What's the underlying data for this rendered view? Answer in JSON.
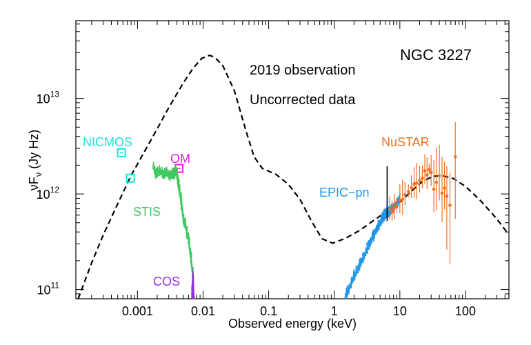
{
  "chart_data": {
    "type": "scatter",
    "title": "NGC 3227",
    "annotations": [
      "2019 observation",
      "Uncorrected data"
    ],
    "xlabel": "Observed energy (keV)",
    "ylabel": "νF",
    "ylabel_sub": "ν",
    "ylabel_unit": " (Jy Hz)",
    "xscale": "log",
    "yscale": "log",
    "xlim": [
      0.000115,
      460
    ],
    "ylim": [
      80000000000.0,
      65000000000000.0
    ],
    "x_tick_labels": [
      {
        "value": 0.001,
        "label": "0.001"
      },
      {
        "value": 0.01,
        "label": "0.01"
      },
      {
        "value": 0.1,
        "label": "0.1"
      },
      {
        "value": 1,
        "label": "1"
      },
      {
        "value": 10,
        "label": "10"
      },
      {
        "value": 100,
        "label": "100"
      }
    ],
    "y_tick_labels": [
      {
        "value": 100000000000.0,
        "base": "10",
        "exp": "11"
      },
      {
        "value": 1000000000000.0,
        "base": "10",
        "exp": "12"
      },
      {
        "value": 10000000000000.0,
        "base": "10",
        "exp": "13"
      }
    ],
    "colors": {
      "model": "#000000",
      "NICMOS": "#22e0e0",
      "OM": "#e020e0",
      "STIS": "#40c860",
      "COS": "#9030e0",
      "EPIC-pn": "#1e96e6",
      "NuSTAR": "#f07020",
      "feature": "#000000"
    },
    "series": [
      {
        "name": "model",
        "style": "dashed",
        "points": [
          [
            0.000125,
            80000000000.0
          ],
          [
            0.0002,
            190000000000.0
          ],
          [
            0.0003,
            370000000000.0
          ],
          [
            0.0005,
            790000000000.0
          ],
          [
            0.0008,
            1560000000000.0
          ],
          [
            0.00125,
            2700000000000.0
          ],
          [
            0.002,
            4800000000000.0
          ],
          [
            0.003,
            8000000000000.0
          ],
          [
            0.005,
            14500000000000.0
          ],
          [
            0.007,
            20500000000000.0
          ],
          [
            0.0095,
            26200000000000.0
          ],
          [
            0.0125,
            28200000000000.0
          ],
          [
            0.015,
            27000000000000.0
          ],
          [
            0.02,
            22000000000000.0
          ],
          [
            0.03,
            12000000000000.0
          ],
          [
            0.045,
            4600000000000.0
          ],
          [
            0.06,
            2450000000000.0
          ],
          [
            0.08,
            1850000000000.0
          ],
          [
            0.13,
            1600000000000.0
          ],
          [
            0.2,
            1260000000000.0
          ],
          [
            0.3,
            880000000000.0
          ],
          [
            0.45,
            520000000000.0
          ],
          [
            0.65,
            340000000000.0
          ],
          [
            0.95,
            305000000000.0
          ],
          [
            1.5,
            345000000000.0
          ],
          [
            2.5,
            420000000000.0
          ],
          [
            4,
            530000000000.0
          ],
          [
            6,
            640000000000.0
          ],
          [
            10,
            820000000000.0
          ],
          [
            15,
            1070000000000.0
          ],
          [
            22,
            1350000000000.0
          ],
          [
            32,
            1530000000000.0
          ],
          [
            45,
            1550000000000.0
          ],
          [
            65,
            1450000000000.0
          ],
          [
            100,
            1200000000000.0
          ],
          [
            170,
            850000000000.0
          ],
          [
            300,
            550000000000.0
          ],
          [
            450,
            380000000000.0
          ]
        ]
      },
      {
        "name": "NICMOS",
        "marker": "square",
        "points": [
          [
            0.00057,
            2700000000000.0
          ],
          [
            0.00078,
            1460000000000.0
          ]
        ]
      },
      {
        "name": "OM",
        "marker": "square",
        "points": [
          [
            0.0043,
            1850000000000.0
          ]
        ]
      },
      {
        "name": "STIS",
        "style": "noisy",
        "points": [
          [
            0.00175,
            1950000000000.0
          ],
          [
            0.0019,
            1600000000000.0
          ],
          [
            0.0022,
            1720000000000.0
          ],
          [
            0.0025,
            1550000000000.0
          ],
          [
            0.0028,
            1680000000000.0
          ],
          [
            0.0031,
            1500000000000.0
          ],
          [
            0.0034,
            1620000000000.0
          ],
          [
            0.0037,
            1580000000000.0
          ],
          [
            0.0039,
            1780000000000.0
          ],
          [
            0.0041,
            1400000000000.0
          ],
          [
            0.0043,
            1200000000000.0
          ],
          [
            0.0045,
            950000000000.0
          ],
          [
            0.0048,
            700000000000.0
          ],
          [
            0.005,
            550000000000.0
          ],
          [
            0.0053,
            480000000000.0
          ],
          [
            0.0056,
            420000000000.0
          ],
          [
            0.006,
            340000000000.0
          ],
          [
            0.0064,
            240000000000.0
          ],
          [
            0.0068,
            170000000000.0
          ],
          [
            0.0071,
            120000000000.0
          ]
        ]
      },
      {
        "name": "COS",
        "style": "fill",
        "points": [
          [
            0.0067,
            80000000000.0
          ],
          [
            0.0067,
            105000000000.0
          ],
          [
            0.0069,
            130000000000.0
          ],
          [
            0.007,
            165000000000.0
          ],
          [
            0.0071,
            150000000000.0
          ],
          [
            0.0073,
            90000000000.0
          ],
          [
            0.0074,
            80000000000.0
          ]
        ]
      },
      {
        "name": "EPIC-pn",
        "style": "noisy",
        "points": [
          [
            1.45,
            80000000000.0
          ],
          [
            1.7,
            103000000000.0
          ],
          [
            2,
            135000000000.0
          ],
          [
            2.5,
            185000000000.0
          ],
          [
            3,
            240000000000.0
          ],
          [
            3.5,
            300000000000.0
          ],
          [
            4,
            370000000000.0
          ],
          [
            4.5,
            430000000000.0
          ],
          [
            5,
            500000000000.0
          ],
          [
            5.5,
            560000000000.0
          ],
          [
            6,
            610000000000.0
          ],
          [
            6.4,
            620000000000.0
          ],
          [
            7,
            640000000000.0
          ],
          [
            8,
            700000000000.0
          ],
          [
            9,
            780000000000.0
          ],
          [
            10,
            880000000000.0
          ]
        ]
      },
      {
        "name": "feature",
        "points": [
          [
            6.4,
            520000000000.0
          ],
          [
            6.4,
            1950000000000.0
          ]
        ]
      },
      {
        "name": "NuSTAR",
        "style": "errorbars",
        "points": [
          [
            7,
            690000000000.0
          ],
          [
            7.6,
            650000000000.0
          ],
          [
            8.2,
            710000000000.0
          ],
          [
            9,
            740000000000.0
          ],
          [
            10,
            860000000000.0
          ],
          [
            11,
            880000000000.0
          ],
          [
            12,
            980000000000.0
          ],
          [
            13.5,
            1060000000000.0
          ],
          [
            15,
            1160000000000.0
          ],
          [
            16.5,
            1270000000000.0
          ],
          [
            18,
            1300000000000.0
          ],
          [
            20,
            1380000000000.0
          ],
          [
            22,
            1460000000000.0
          ],
          [
            24,
            1750000000000.0
          ],
          [
            26,
            1580000000000.0
          ],
          [
            28,
            1800000000000.0
          ],
          [
            30,
            1680000000000.0
          ],
          [
            33,
            1120000000000.0
          ],
          [
            36,
            1320000000000.0
          ],
          [
            40,
            1550000000000.0
          ],
          [
            44,
            1020000000000.0
          ],
          [
            48,
            1150000000000.0
          ],
          [
            52,
            950000000000.0
          ],
          [
            58,
            760000000000.0
          ],
          [
            70,
            2450000000000.0
          ]
        ]
      }
    ],
    "labels": [
      {
        "text": "NICMOS",
        "series": "NICMOS"
      },
      {
        "text": "OM",
        "series": "OM"
      },
      {
        "text": "STIS",
        "series": "STIS"
      },
      {
        "text": "COS",
        "series": "COS"
      },
      {
        "text": "EPIC−pn",
        "series": "EPIC-pn"
      },
      {
        "text": "NuSTAR",
        "series": "NuSTAR"
      }
    ]
  }
}
